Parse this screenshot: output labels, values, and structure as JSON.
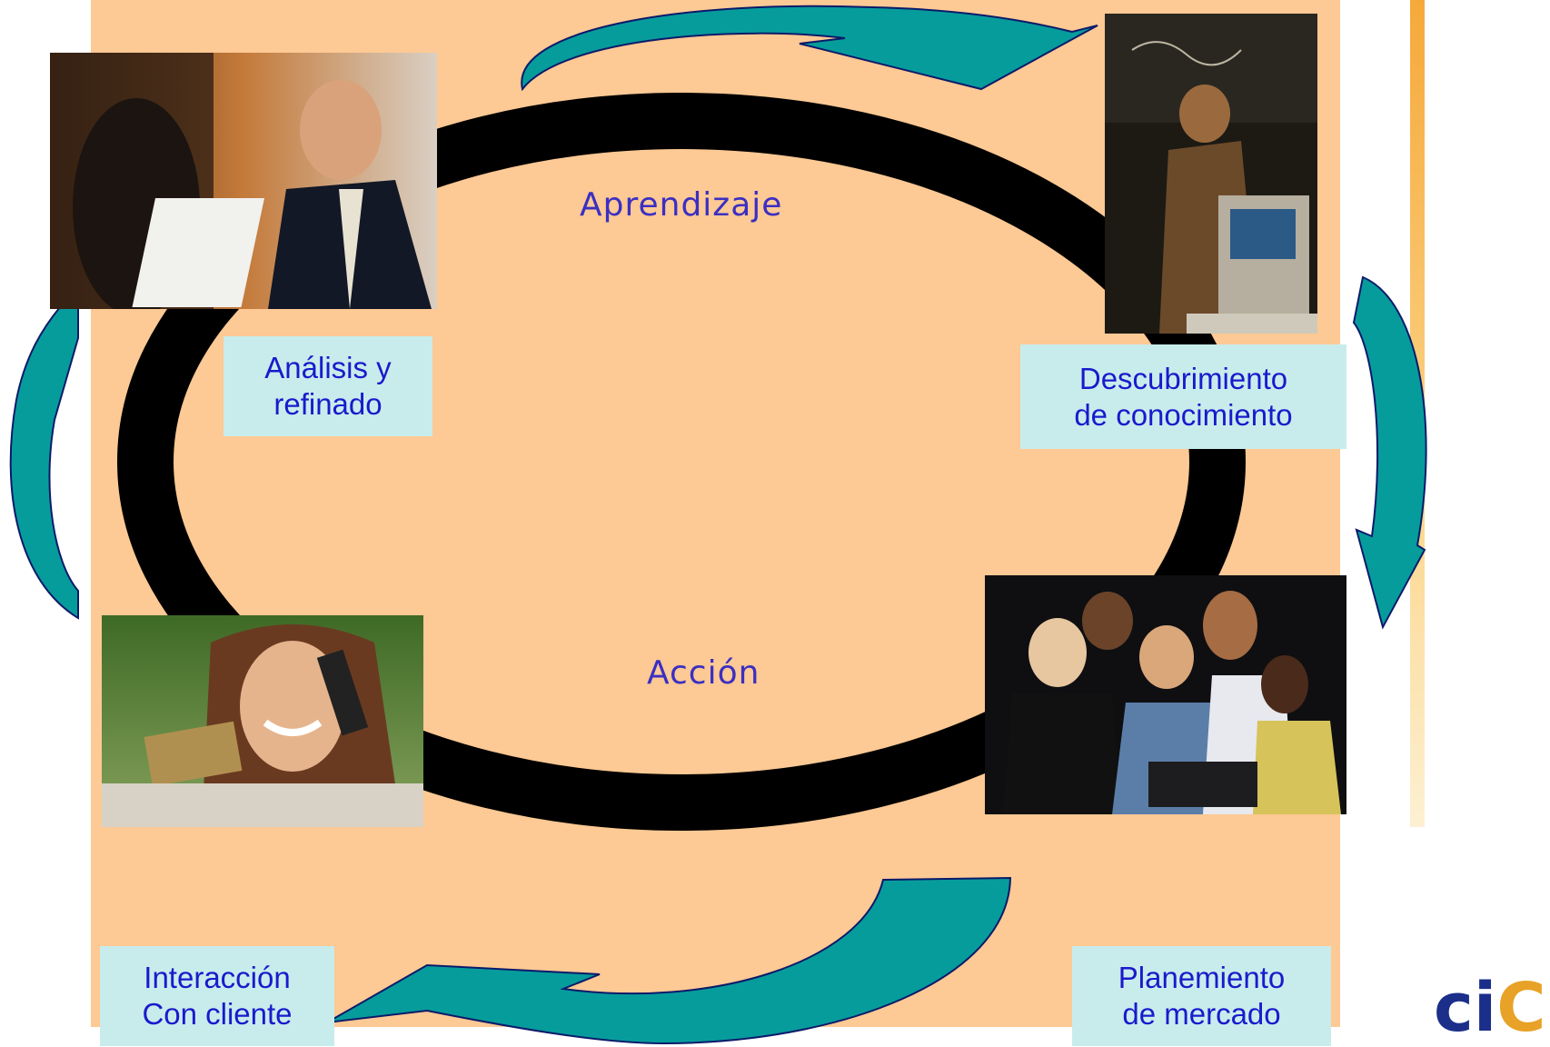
{
  "phases": {
    "top": "Aprendizaje",
    "bottom": "Acción"
  },
  "stages": [
    {
      "id": "analysis",
      "lines": [
        "Análisis y",
        "refinado"
      ],
      "photo": "business-meeting-photo"
    },
    {
      "id": "discovery",
      "lines": [
        "Descubrimiento",
        "de conocimiento"
      ],
      "photo": "chalkboard-computer-photo"
    },
    {
      "id": "planning",
      "lines": [
        "Planemiento",
        "de mercado"
      ],
      "photo": "team-laptop-photo"
    },
    {
      "id": "interaction",
      "lines": [
        "Interacción",
        "Con cliente"
      ],
      "photo": "woman-phone-card-photo"
    }
  ],
  "logo": {
    "text_dark": "ci",
    "text_accent": "C"
  },
  "colors": {
    "panel": "#fdc994",
    "arrow_fill": "#079c9c",
    "arrow_stroke": "#0b1a6a",
    "ring": "#000000",
    "label_bg": "#c8ecec",
    "label_text": "#1a1acc",
    "phase_text": "#3b2fc2"
  }
}
